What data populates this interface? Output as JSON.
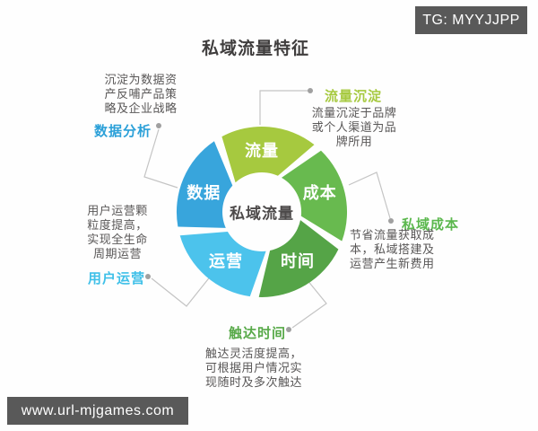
{
  "title": "私域流量特征",
  "center_label": "私域流量",
  "watermarks": {
    "top_right": "TG: MYYJJPP",
    "bottom_left": "www.url-mjgames.com"
  },
  "colors": {
    "watermark_bg": "#595959",
    "body_text": "#595757",
    "title_text": "#3f3d3d",
    "connector": "#c4c4c4"
  },
  "donut": {
    "segments": [
      {
        "id": "traffic",
        "label": "流量",
        "color": "#a6c93f",
        "angle": 0
      },
      {
        "id": "cost",
        "label": "成本",
        "color": "#68ba4f",
        "angle": 72
      },
      {
        "id": "time",
        "label": "时间",
        "color": "#55a447",
        "angle": 144
      },
      {
        "id": "operation",
        "label": "运营",
        "color": "#4cc3ec",
        "angle": 216
      },
      {
        "id": "data",
        "label": "数据",
        "color": "#38a5dc",
        "angle": 288
      }
    ]
  },
  "callouts": [
    {
      "id": "analysis",
      "label": "数据分析",
      "color": "#2ba0d8",
      "desc": "沉淀为数据资\n产反哺产品策\n略及企业战略"
    },
    {
      "id": "traffic-deposit",
      "label": "流量沉淀",
      "color": "#a6c93f",
      "desc": "流量沉淀于品牌\n或个人渠道为品\n牌所用"
    },
    {
      "id": "cost",
      "label": "私域成本",
      "color": "#5cb84e",
      "desc": "节省流量获取成\n本，私域搭建及\n运营产生新费用"
    },
    {
      "id": "time",
      "label": "触达时间",
      "color": "#57a948",
      "desc": "触达灵活度提高，\n可根据用户情况实\n现随时及多次触达"
    },
    {
      "id": "operation",
      "label": "用户运营",
      "color": "#3fc0e8",
      "desc": "用户运营颗\n粒度提高，\n实现全生命\n周期运营"
    }
  ]
}
